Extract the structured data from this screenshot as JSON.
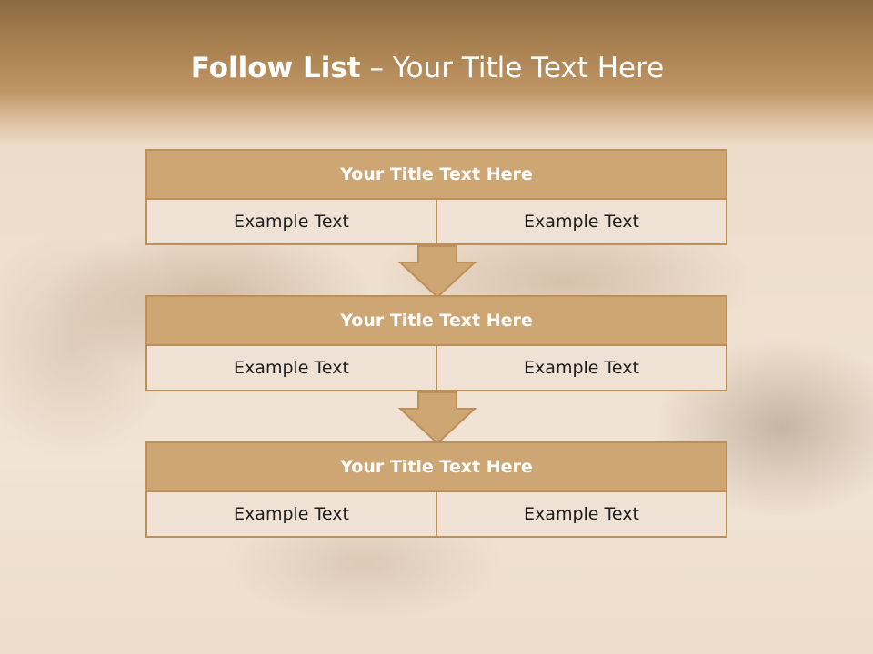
{
  "slide": {
    "title_bold": "Follow List",
    "title_rest": " – Your Title Text Here",
    "blocks": [
      {
        "heading": "Your Title Text Here",
        "left_text": "Example Text",
        "right_text": "Example Text"
      },
      {
        "heading": "Your Title Text Here",
        "left_text": "Example Text",
        "right_text": "Example Text"
      },
      {
        "heading": "Your Title Text Here",
        "left_text": "Example Text",
        "right_text": "Example Text"
      }
    ]
  },
  "colors": {
    "header_fill": "#cda674",
    "border": "#bd8f59",
    "row_fill": "#efe1d3",
    "title_band": "#a7804f"
  },
  "icons": [
    "down-arrow-icon"
  ]
}
